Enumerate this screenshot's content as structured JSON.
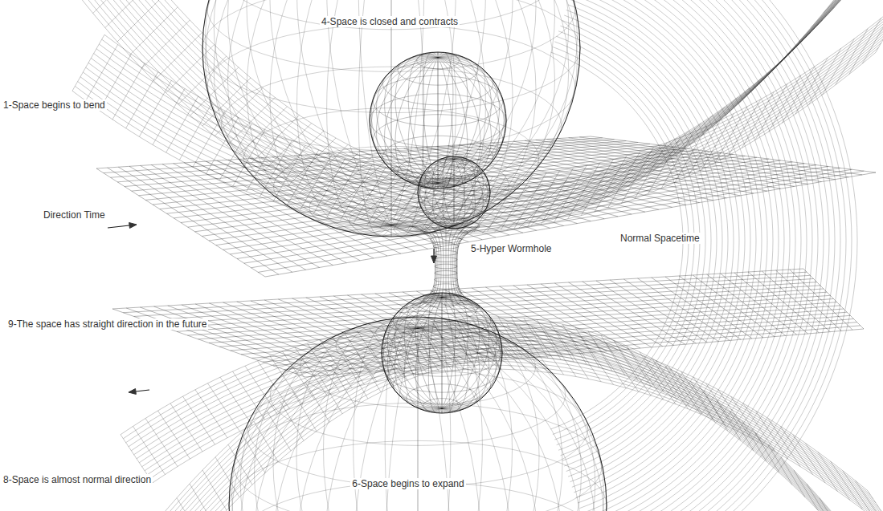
{
  "diagram": {
    "labels": [
      "4-Space is closed and contracts",
      "1-Space begins to bend",
      "Direction Time",
      "Normal Spacetime",
      "5-Hyper Wormhole",
      "9-The space has straight direction in the future",
      "6-Space begins to expand",
      "8-Space is almost normal direction"
    ]
  }
}
